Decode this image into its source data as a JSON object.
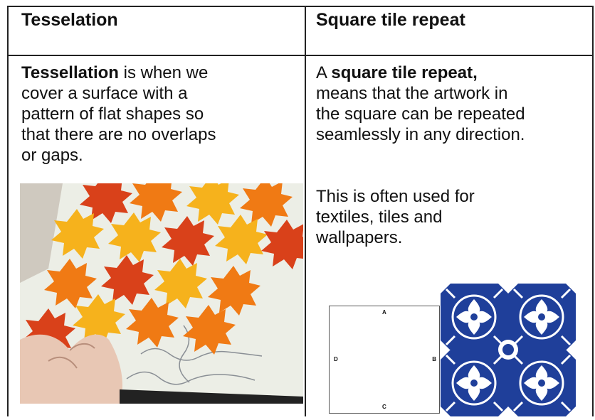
{
  "table": {
    "headers": {
      "left": "Tesselation",
      "right": "Square tile repeat"
    },
    "left_cell": {
      "term": "Tessellation",
      "line1_rest": " is when we",
      "line2": "cover a surface with a",
      "line3": "pattern of flat shapes so",
      "line4": "that there are no overlaps",
      "line5": "or gaps."
    },
    "right_cell": {
      "p1_prefix": "A ",
      "p1_term": "square tile repeat,",
      "p1_line2": "means that the artwork in",
      "p1_line3": "the square can be repeated",
      "p1_line4": "seamlessly in any direction.",
      "p2_line1": "This is often used for",
      "p2_line2": "textiles, tiles and",
      "p2_line3": "wallpapers."
    }
  },
  "diagram": {
    "label_top": "A",
    "label_right": "B",
    "label_bottom": "C",
    "label_left": "D"
  },
  "colors": {
    "pattern_blue": "#1f3f9a",
    "tile_orange": "#f07a14",
    "tile_yellow": "#f6b21c",
    "tile_red": "#d9411a"
  }
}
